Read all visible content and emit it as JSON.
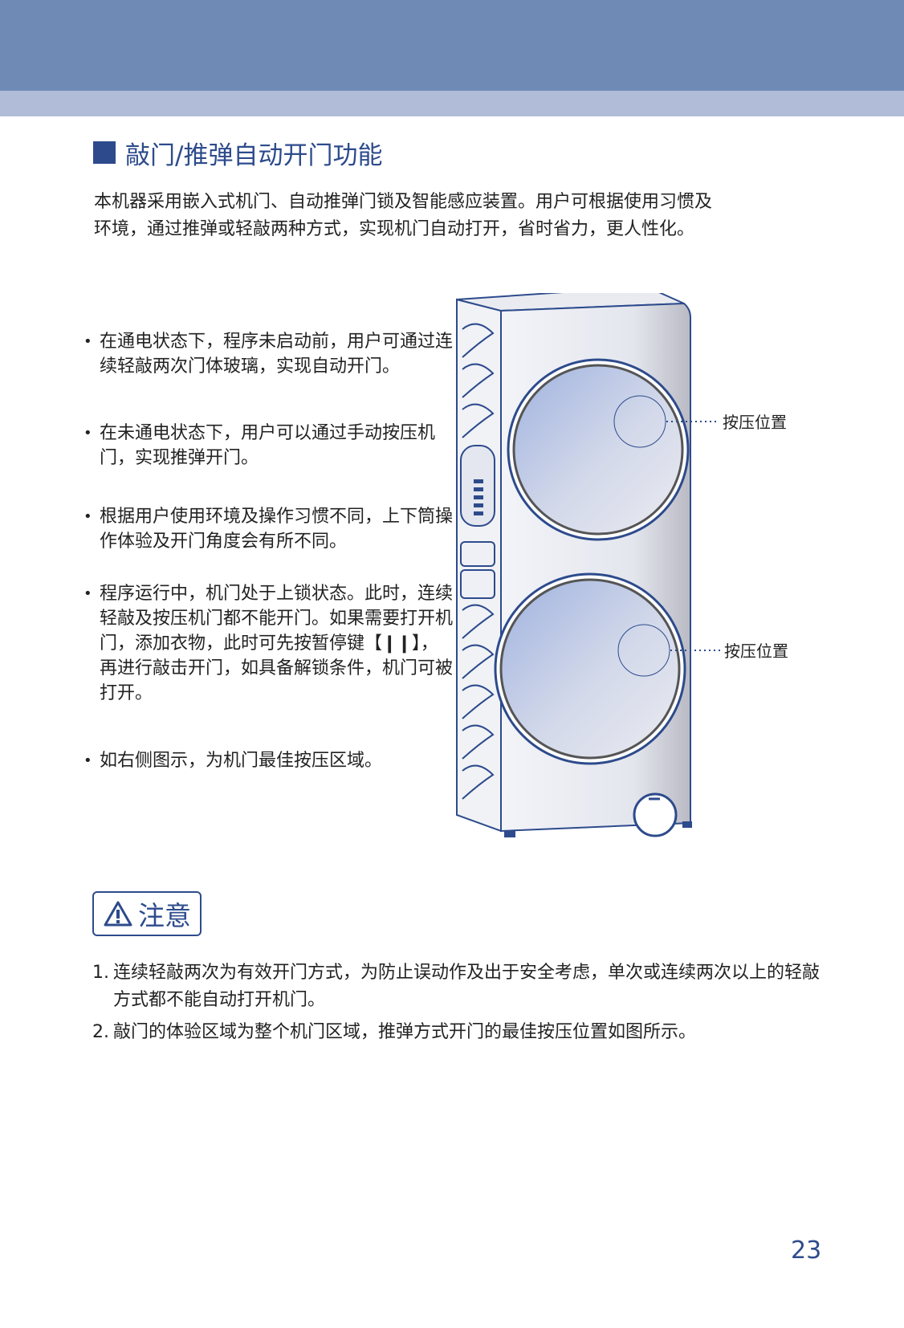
{
  "section": {
    "title": "敲门/推弹自动开门功能",
    "intro_lines": [
      "本机器采用嵌入式机门、自动推弹门锁及智能感应装置。用户可根据使用习惯及",
      "环境，通过推弹或轻敲两种方式，实现机门自动打开，省时省力，更人性化。"
    ]
  },
  "bullets": [
    "在通电状态下，程序未启动前，用户可通过连续轻敲两次门体玻璃，实现自动开门。",
    "在未通电状态下，用户可以通过手动按压机门，实现推弹开门。",
    "根据用户使用环境及操作习惯不同，上下筒操作体验及开门角度会有所不同。",
    "程序运行中，机门处于上锁状态。此时，连续轻敲及按压机门都不能开门。如果需要打开机门，添加衣物，此时可先按暂停键【❙❙】，再进行敲击开门，如具备解锁条件，机门可被打开。",
    "如右侧图示，为机门最佳按压区域。"
  ],
  "figure": {
    "callout_top": "按压位置",
    "callout_bottom": "按压位置",
    "colors": {
      "outline": "#2d4b8c",
      "body": "#e6e8f0",
      "door_glass": "#b3c1e2"
    }
  },
  "notice": {
    "label": "注意",
    "notes": [
      {
        "num": "1.",
        "text": "连续轻敲两次为有效开门方式，为防止误动作及出于安全考虑，单次或连续两次以上的轻敲方式都不能自动打开机门。"
      },
      {
        "num": "2.",
        "text": "敲门的体验区域为整个机门区域，推弹方式开门的最佳按压位置如图所示。"
      }
    ]
  },
  "page_number": "23",
  "colors": {
    "accent": "#2d4b8c",
    "band": "#6e8ab5",
    "band_light": "#b0bcd8"
  }
}
